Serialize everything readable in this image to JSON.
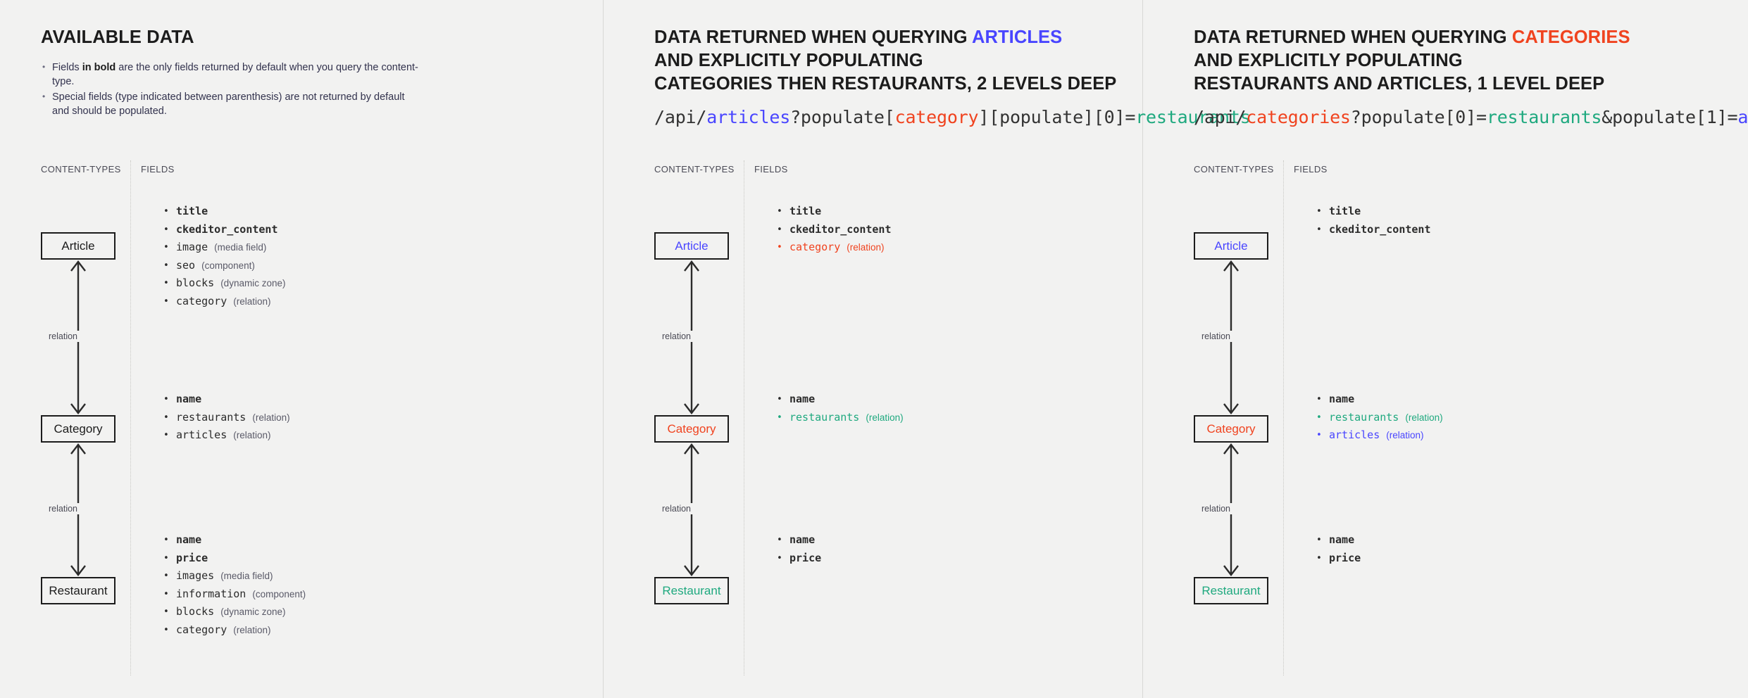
{
  "panels": [
    {
      "id": "available-data",
      "heading_lines": [
        [
          {
            "text": "AVAILABLE DATA",
            "color": "default"
          }
        ]
      ],
      "bullets": [
        {
          "pre": "Fields ",
          "bold": "in bold",
          "post": " are the only fields returned by default when you query the content-type."
        },
        {
          "pre": "Special fields (type indicated between parenthesis) are not returned by default",
          "bold": "",
          "post": ""
        },
        {
          "pre": "and should be populated.",
          "bold": "",
          "post": ""
        }
      ],
      "api_url_parts": [],
      "col_label_types": "CONTENT-TYPES",
      "col_label_fields": "FIELDS",
      "nodes": [
        {
          "label": "Article",
          "color": "default"
        },
        {
          "label": "Category",
          "color": "default"
        },
        {
          "label": "Restaurant",
          "color": "default"
        }
      ],
      "relations": [
        "relation",
        "relation"
      ],
      "groups": [
        {
          "fields": [
            {
              "name": "title",
              "type": "",
              "bold": true,
              "color": "default"
            },
            {
              "name": "ckeditor_content",
              "type": "",
              "bold": true,
              "color": "default"
            },
            {
              "name": "image",
              "type": "(media field)",
              "bold": false,
              "color": "default"
            },
            {
              "name": "seo",
              "type": "(component)",
              "bold": false,
              "color": "default"
            },
            {
              "name": "blocks",
              "type": "(dynamic zone)",
              "bold": false,
              "color": "default"
            },
            {
              "name": "category",
              "type": "(relation)",
              "bold": false,
              "color": "default"
            }
          ]
        },
        {
          "fields": [
            {
              "name": "name",
              "type": "",
              "bold": true,
              "color": "default"
            },
            {
              "name": "restaurants",
              "type": "(relation)",
              "bold": false,
              "color": "default"
            },
            {
              "name": "articles",
              "type": "(relation)",
              "bold": false,
              "color": "default"
            }
          ]
        },
        {
          "fields": [
            {
              "name": "name",
              "type": "",
              "bold": true,
              "color": "default"
            },
            {
              "name": "price",
              "type": "",
              "bold": true,
              "color": "default"
            },
            {
              "name": "images",
              "type": "(media field)",
              "bold": false,
              "color": "default"
            },
            {
              "name": "information",
              "type": "(component)",
              "bold": false,
              "color": "default"
            },
            {
              "name": "blocks",
              "type": "(dynamic zone)",
              "bold": false,
              "color": "default"
            },
            {
              "name": "category",
              "type": "(relation)",
              "bold": false,
              "color": "default"
            }
          ]
        }
      ]
    },
    {
      "id": "querying-articles",
      "heading_lines": [
        [
          {
            "text": "DATA RETURNED WHEN QUERYING ",
            "color": "default"
          },
          {
            "text": "ARTICLES",
            "color": "blue"
          }
        ],
        [
          {
            "text": "AND EXPLICITLY POPULATING",
            "color": "default"
          }
        ],
        [
          {
            "text": "CATEGORIES THEN RESTAURANTS, 2 LEVELS DEEP",
            "color": "default"
          }
        ]
      ],
      "bullets": [],
      "api_url_parts": [
        {
          "text": "/api/",
          "color": "default"
        },
        {
          "text": "articles",
          "color": "blue"
        },
        {
          "text": "?populate[",
          "color": "default"
        },
        {
          "text": "category",
          "color": "red"
        },
        {
          "text": "][populate][0]=",
          "color": "default"
        },
        {
          "text": "restaurants",
          "color": "green"
        }
      ],
      "col_label_types": "CONTENT-TYPES",
      "col_label_fields": "FIELDS",
      "nodes": [
        {
          "label": "Article",
          "color": "blue"
        },
        {
          "label": "Category",
          "color": "red"
        },
        {
          "label": "Restaurant",
          "color": "green"
        }
      ],
      "relations": [
        "relation",
        "relation"
      ],
      "groups": [
        {
          "fields": [
            {
              "name": "title",
              "type": "",
              "bold": true,
              "color": "default"
            },
            {
              "name": "ckeditor_content",
              "type": "",
              "bold": true,
              "color": "default"
            },
            {
              "name": "category",
              "type": "(relation)",
              "bold": false,
              "color": "red"
            }
          ]
        },
        {
          "fields": [
            {
              "name": "name",
              "type": "",
              "bold": true,
              "color": "default"
            },
            {
              "name": "restaurants",
              "type": "(relation)",
              "bold": false,
              "color": "green"
            }
          ]
        },
        {
          "fields": [
            {
              "name": "name",
              "type": "",
              "bold": true,
              "color": "default"
            },
            {
              "name": "price",
              "type": "",
              "bold": true,
              "color": "default"
            }
          ]
        }
      ]
    },
    {
      "id": "querying-categories",
      "heading_lines": [
        [
          {
            "text": "DATA RETURNED WHEN QUERYING ",
            "color": "default"
          },
          {
            "text": "CATEGORIES",
            "color": "red"
          }
        ],
        [
          {
            "text": "AND EXPLICITLY POPULATING",
            "color": "default"
          }
        ],
        [
          {
            "text": "RESTAURANTS AND ARTICLES, 1 LEVEL DEEP",
            "color": "default"
          }
        ]
      ],
      "bullets": [],
      "api_url_parts": [
        {
          "text": "/api/",
          "color": "default"
        },
        {
          "text": "categories",
          "color": "red"
        },
        {
          "text": "?populate[0]=",
          "color": "default"
        },
        {
          "text": "restaurants",
          "color": "green"
        },
        {
          "text": "&populate[1]=",
          "color": "default"
        },
        {
          "text": "articles",
          "color": "blue"
        }
      ],
      "col_label_types": "CONTENT-TYPES",
      "col_label_fields": "FIELDS",
      "nodes": [
        {
          "label": "Article",
          "color": "blue"
        },
        {
          "label": "Category",
          "color": "red"
        },
        {
          "label": "Restaurant",
          "color": "green"
        }
      ],
      "relations": [
        "relation",
        "relation"
      ],
      "groups": [
        {
          "fields": [
            {
              "name": "title",
              "type": "",
              "bold": true,
              "color": "default"
            },
            {
              "name": "ckeditor_content",
              "type": "",
              "bold": true,
              "color": "default"
            }
          ]
        },
        {
          "fields": [
            {
              "name": "name",
              "type": "",
              "bold": true,
              "color": "default"
            },
            {
              "name": "restaurants",
              "type": "(relation)",
              "bold": false,
              "color": "green"
            },
            {
              "name": "articles",
              "type": "(relation)",
              "bold": false,
              "color": "blue"
            }
          ]
        },
        {
          "fields": [
            {
              "name": "name",
              "type": "",
              "bold": true,
              "color": "default"
            },
            {
              "name": "price",
              "type": "",
              "bold": true,
              "color": "default"
            }
          ]
        }
      ]
    }
  ],
  "colors": {
    "background": "#f2f2f1",
    "text": "#1c1c1c",
    "blue": "#4945ff",
    "red": "#f0431f",
    "green": "#1fa97f",
    "muted": "#4a4a55",
    "divider": "#d8d8d6"
  }
}
